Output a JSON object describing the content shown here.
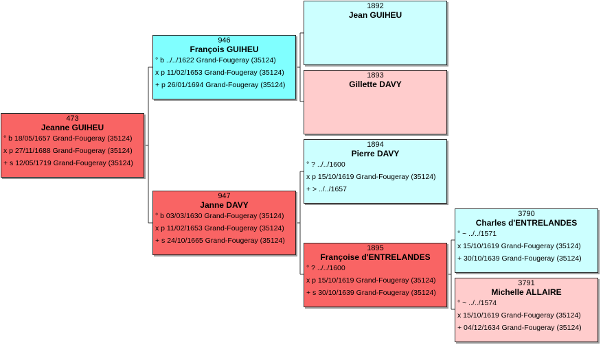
{
  "colors": {
    "red": "#f96464",
    "cyan": "#80ffff",
    "light_cyan": "#ccffff",
    "pink": "#ffcccc",
    "line": "#333333"
  },
  "people": {
    "p473": {
      "number": "473",
      "name": "Jeanne GUIHEU",
      "events": [
        "° b 18/05/1657 Grand-Fougeray (35124)",
        "x p 27/11/1688 Grand-Fougeray (35124)",
        "+ s 12/05/1719 Grand-Fougeray (35124)"
      ]
    },
    "p946": {
      "number": "946",
      "name": "François GUIHEU",
      "events": [
        "° b ../../1622 Grand-Fougeray (35124)",
        "x p 11/02/1653 Grand-Fougeray (35124)",
        "+ p 26/01/1694 Grand-Fougeray (35124)"
      ]
    },
    "p947": {
      "number": "947",
      "name": "Janne DAVY",
      "events": [
        "° b 03/03/1630 Grand-Fougeray (35124)",
        "x p 11/02/1653 Grand-Fougeray (35124)",
        "+ s 24/10/1665 Grand-Fougeray (35124)"
      ]
    },
    "p1892": {
      "number": "1892",
      "name": "Jean GUIHEU",
      "events": []
    },
    "p1893": {
      "number": "1893",
      "name": "Gillette DAVY",
      "events": []
    },
    "p1894": {
      "number": "1894",
      "name": "Pierre DAVY",
      "events": [
        "° ? ../../1600",
        "x p 15/10/1619 Grand-Fougeray (35124)",
        "+ > ../../1657"
      ]
    },
    "p1895": {
      "number": "1895",
      "name": "Françoise d'ENTRELANDES",
      "events": [
        "° ? ../../1600",
        "x p 15/10/1619 Grand-Fougeray (35124)",
        "+ s 30/10/1639 Grand-Fougeray (35124)"
      ]
    },
    "p3790": {
      "number": "3790",
      "name": "Charles d'ENTRELANDES",
      "events": [
        "° ~ ../../1571",
        "x 15/10/1619 Grand-Fougeray (35124)",
        "+ 30/10/1639 Grand-Fougeray (35124)"
      ]
    },
    "p3791": {
      "number": "3791",
      "name": "Michelle ALLAIRE",
      "events": [
        "° ~ ../../1574",
        "x 15/10/1619 Grand-Fougeray (35124)",
        "+ 04/12/1634 Grand-Fougeray (35124)"
      ]
    }
  }
}
